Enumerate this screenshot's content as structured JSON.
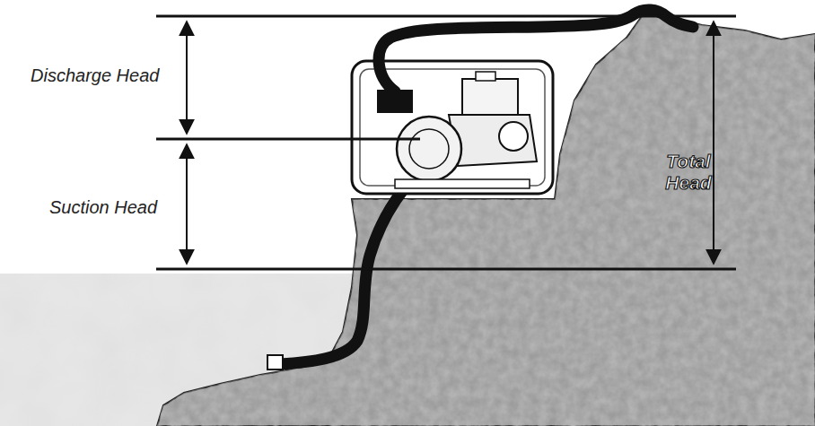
{
  "diagram": {
    "labels": [
      "Discharge Head",
      "Suction Head",
      "Total Head"
    ]
  }
}
